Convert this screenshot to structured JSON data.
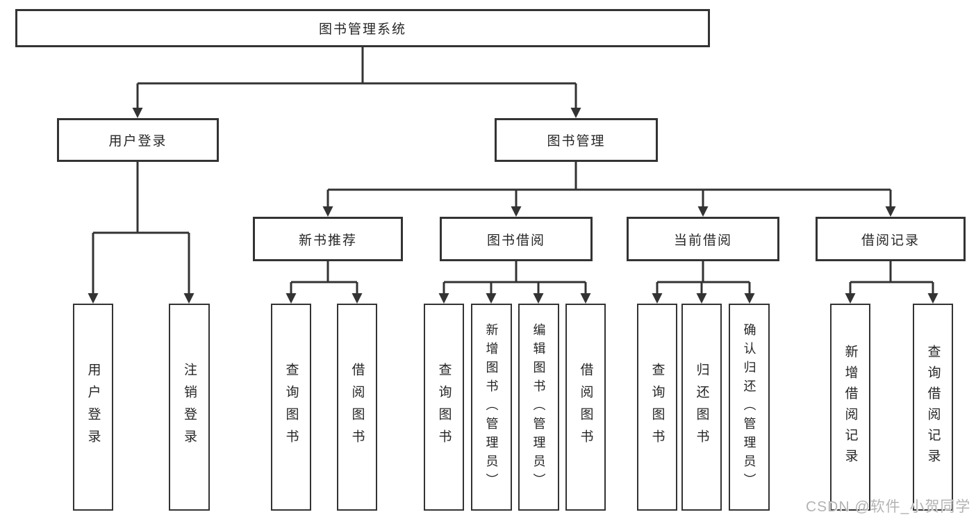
{
  "diagram": {
    "root": {
      "label": "图书管理系统"
    },
    "level2": [
      {
        "label": "用户登录"
      },
      {
        "label": "图书管理"
      }
    ],
    "level3": [
      {
        "label": "新书推荐"
      },
      {
        "label": "图书借阅"
      },
      {
        "label": "当前借阅"
      },
      {
        "label": "借阅记录"
      }
    ],
    "leaves": {
      "user_login": [
        "用户登录",
        "注销登录"
      ],
      "new_book_recommend": [
        "查询图书",
        "借阅图书"
      ],
      "book_borrow": [
        "查询图书",
        "新增图书（管理员）",
        "编辑图书（管理员）",
        "借阅图书"
      ],
      "current_borrow": [
        "查询图书",
        "归还图书",
        "确认归还（管理员）"
      ],
      "borrow_record": [
        "新增借阅记录",
        "查询借阅记录"
      ]
    }
  },
  "watermark": {
    "text": "CSDN @软件_小贺同学"
  },
  "colors": {
    "line": "#333333",
    "box_border": "#333333",
    "text": "#262626",
    "background": "#ffffff",
    "watermark": "#b3b3b3"
  }
}
